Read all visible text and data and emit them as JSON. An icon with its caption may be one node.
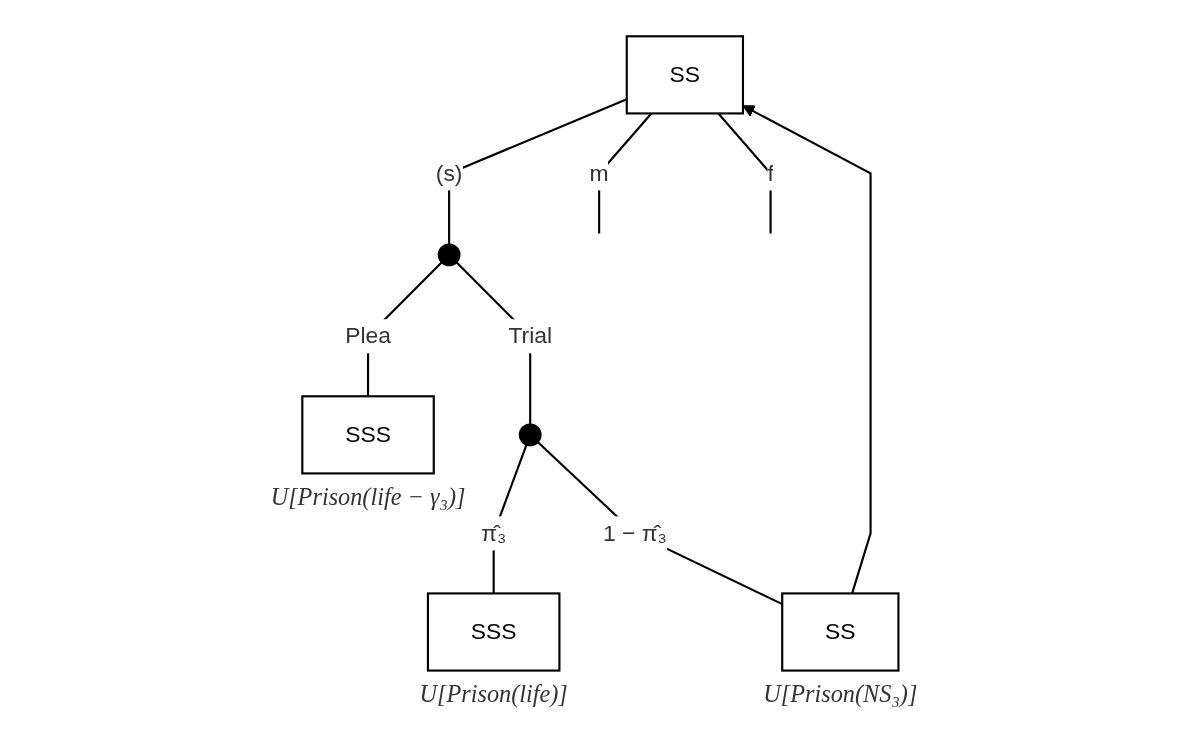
{
  "diagram": {
    "nodes": [
      {
        "text": [
          "SS"
        ]
      },
      {
        "text": [],
        "shape": "circle"
      },
      {
        "text": [
          "SSS"
        ],
        "beside": [
          "U[Prison(life − γ₃)]"
        ]
      },
      {
        "text": [],
        "shape": "circle"
      },
      {
        "text": [
          "SSS"
        ],
        "beside": [
          "U[Prison(life)]"
        ]
      },
      {
        "text": [
          "SS"
        ],
        "beside": [
          "U[Prison(NS₃)]"
        ]
      }
    ],
    "edges": [
      {
        "from": 0,
        "to": null,
        "arrow": "none",
        "label": "m"
      },
      {
        "from": 0,
        "to": null,
        "arrow": "none",
        "label": "f"
      },
      {
        "from": 0,
        "to": 1,
        "arrow": "none",
        "label": "(s)"
      },
      {
        "from": 1,
        "to": 2,
        "arrow": "none",
        "label": "Plea"
      },
      {
        "from": 1,
        "to": 3,
        "arrow": "none",
        "label": "Trial"
      },
      {
        "from": 3,
        "to": 4,
        "arrow": "none",
        "label": "π̂₃"
      },
      {
        "from": 3,
        "to": 5,
        "arrow": "none",
        "label": "1 − π̂₃"
      },
      {
        "from": 5,
        "to": 0,
        "arrow": "to"
      }
    ]
  }
}
